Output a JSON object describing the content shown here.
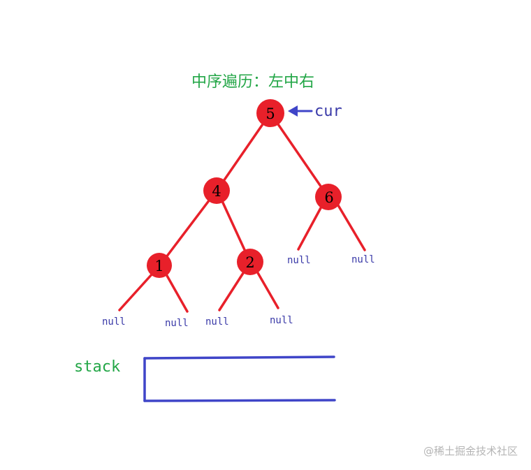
{
  "title": "中序遍历：左中右",
  "nodes": [
    {
      "id": "n5",
      "label": "5"
    },
    {
      "id": "n4",
      "label": "4"
    },
    {
      "id": "n6",
      "label": "6"
    },
    {
      "id": "n1",
      "label": "1"
    },
    {
      "id": "n2",
      "label": "2"
    }
  ],
  "nulls": [
    "null",
    "null",
    "null",
    "null",
    "null",
    "null"
  ],
  "pointer_label": "cur",
  "stack_label": "stack",
  "watermark": "@稀土掘金技术社区",
  "colors": {
    "title": "#22a646",
    "node_fill": "#e8202a",
    "edge": "#e8202a",
    "null_text": "#3a3aa8",
    "pointer": "#3f45c8",
    "stack_label": "#22a646",
    "stack_box": "#3f45c8",
    "watermark": "#b5b5b5"
  }
}
